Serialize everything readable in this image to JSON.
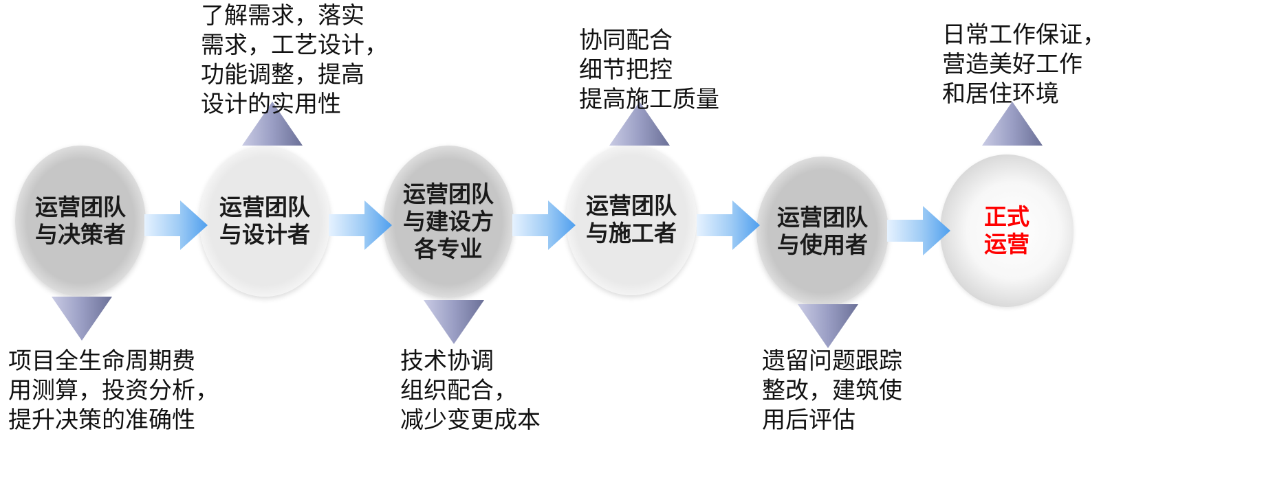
{
  "nodes": [
    {
      "label": "运营团队\n与决策者"
    },
    {
      "label": "运营团队\n与设计者"
    },
    {
      "label": "运营团队\n与建设方\n各专业"
    },
    {
      "label": "运营团队\n与施工者"
    },
    {
      "label": "运营团队\n与使用者"
    },
    {
      "label": "正式\n运营"
    }
  ],
  "notes": {
    "decision": "项目全生命周期费\n用测算，投资分析，\n提升决策的准确性",
    "design": "了解需求，落实\n需求，工艺设计，\n功能调整，提高\n设计的实用性",
    "construction_party": "技术协调\n组织配合，\n减少变更成本",
    "builder": "协同配合\n细节把控\n提高施工质量",
    "user": "遗留问题跟踪\n整改，建筑使\n用后评估",
    "operation": "日常工作保证，\n营造美好工作\n和居住环境"
  },
  "colors": {
    "arrow_light": "#d6ebff",
    "arrow_dark": "#5aa6f0",
    "triangle_light": "#c0c3df",
    "triangle_dark": "#6e739a",
    "highlight_text": "#ff0000"
  }
}
